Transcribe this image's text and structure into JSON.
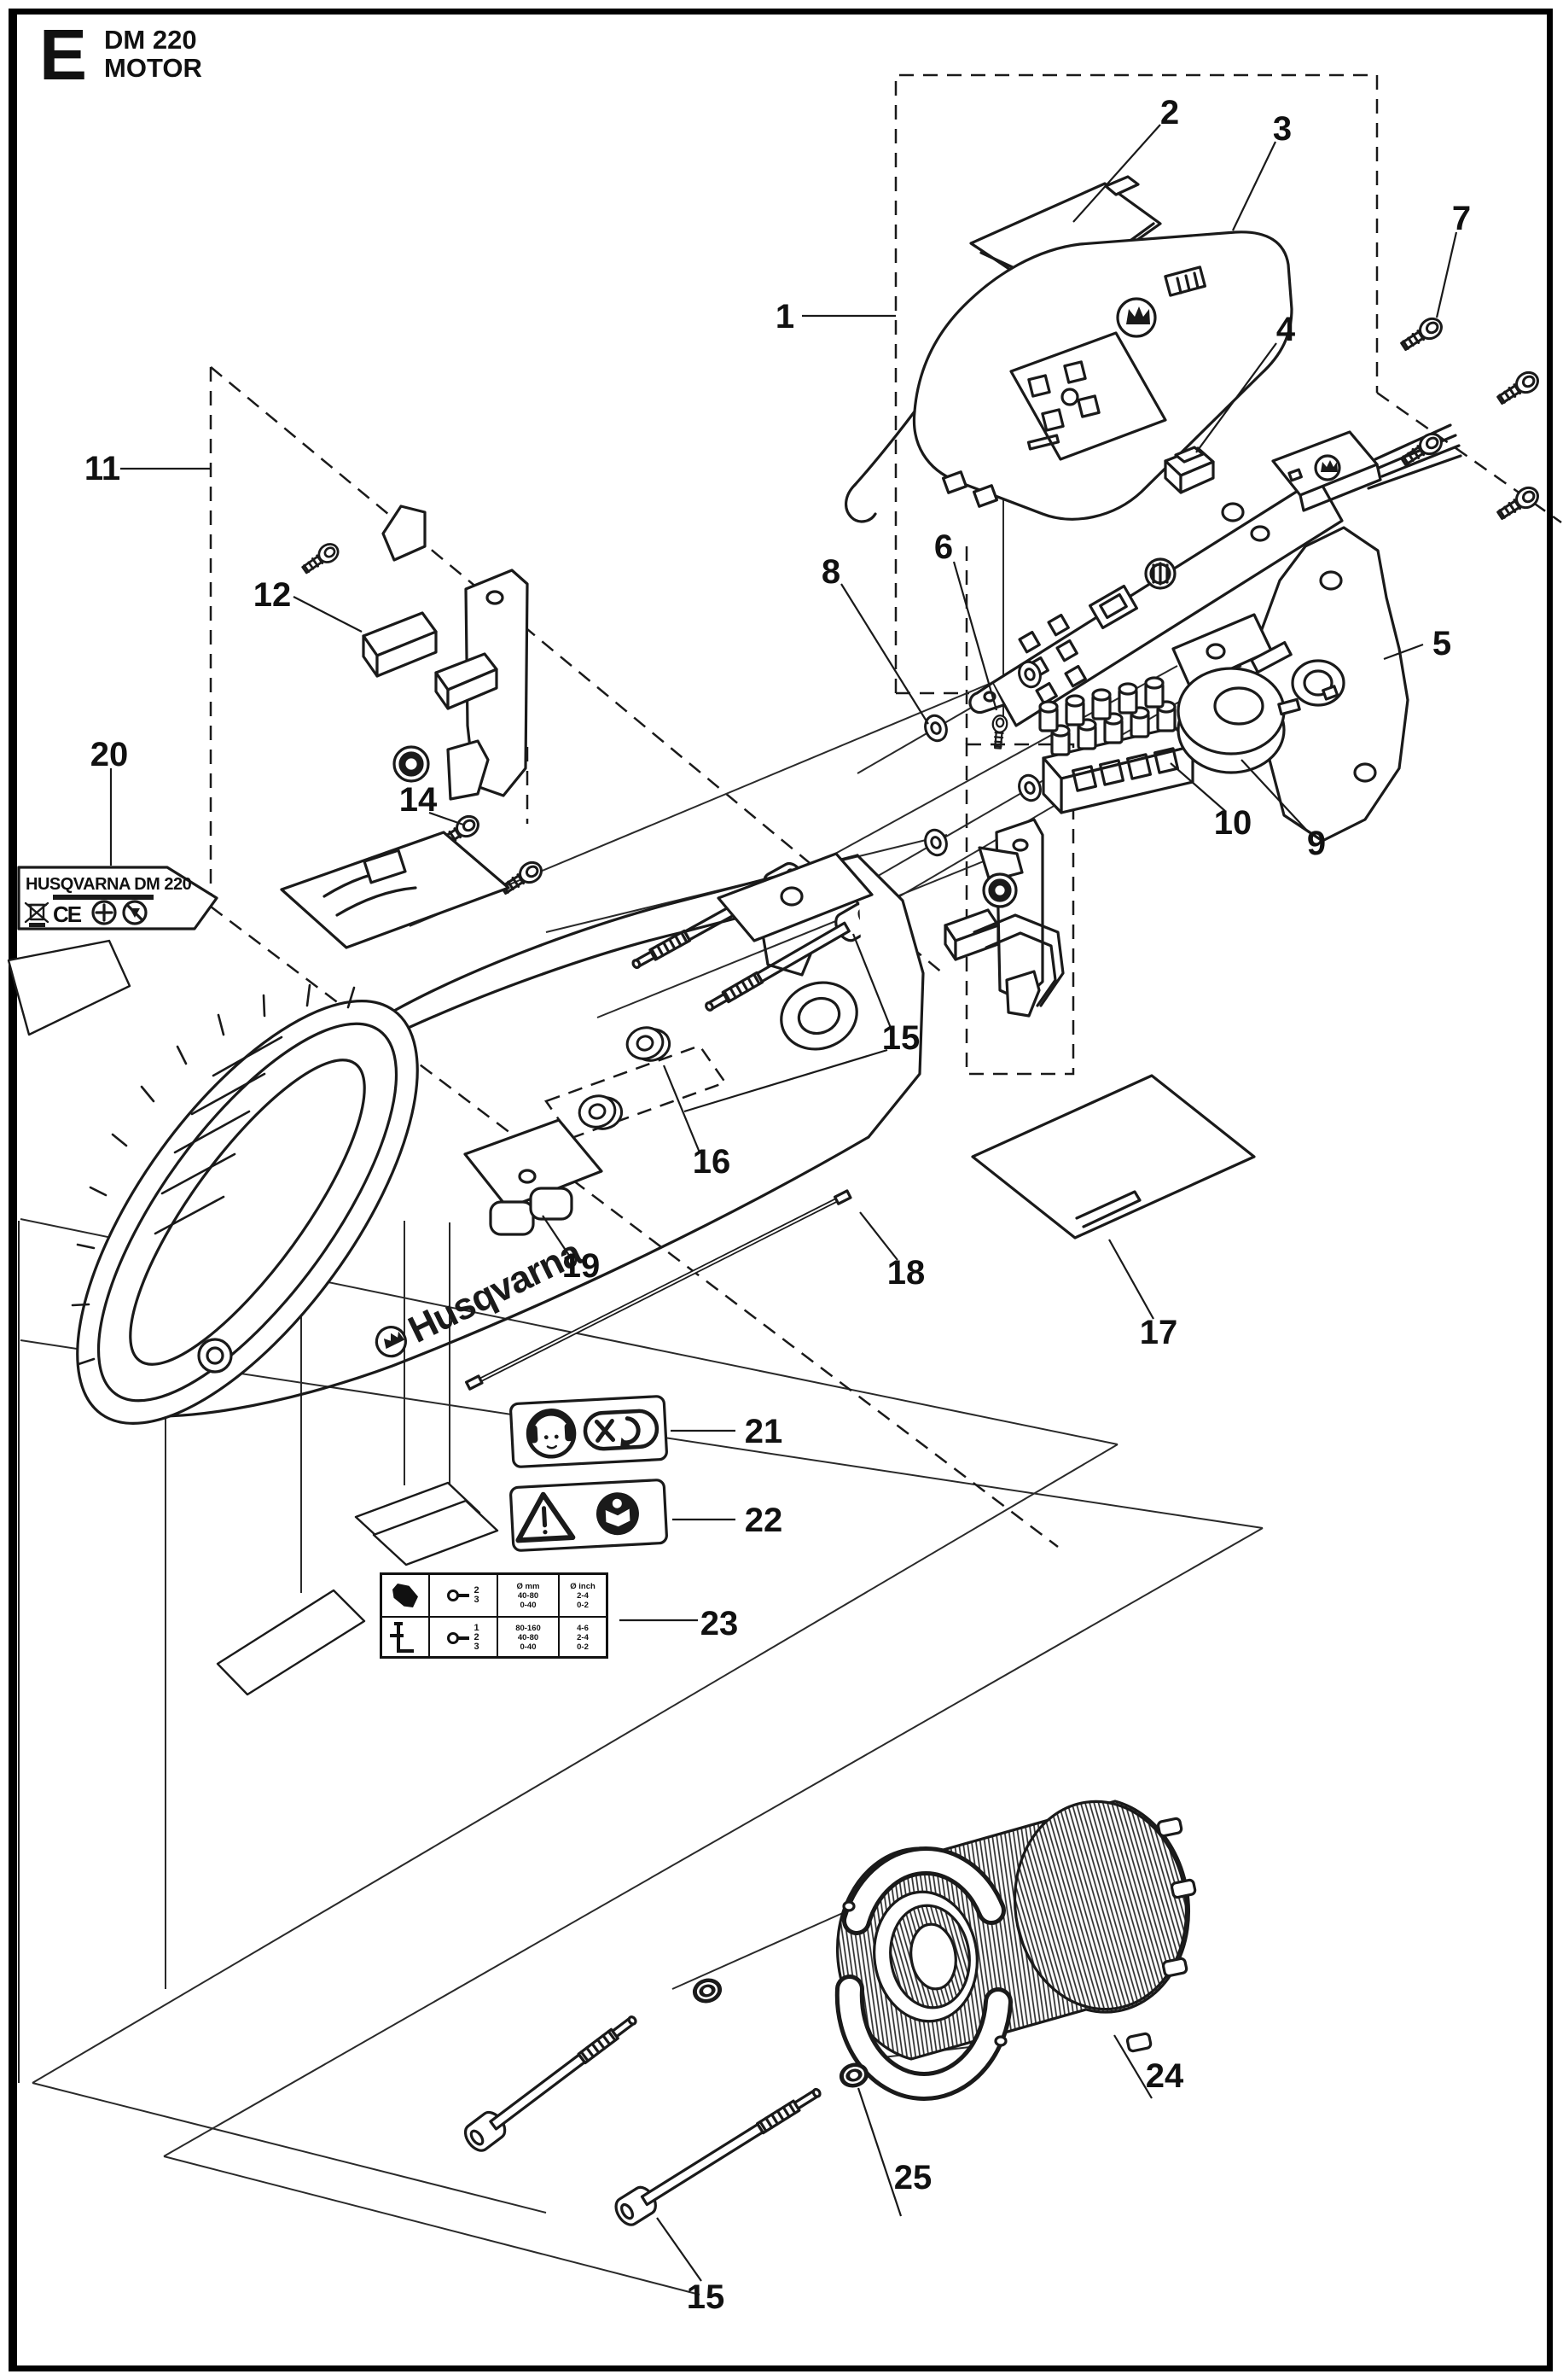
{
  "header": {
    "letter": "E",
    "model": "DM 220",
    "title": "MOTOR"
  },
  "housing": {
    "brand": "Husqvarna"
  },
  "nameplate": {
    "title": "HUSQVARNA DM 220",
    "ce": "CE"
  },
  "callouts": {
    "1": "1",
    "2": "2",
    "3": "3",
    "4": "4",
    "5": "5",
    "6": "6",
    "7": "7",
    "8": "8",
    "9": "9",
    "10": "10",
    "11": "11",
    "12": "12",
    "14": "14",
    "15": "15",
    "16": "16",
    "17": "17",
    "18": "18",
    "19": "19",
    "20": "20",
    "21": "21",
    "22": "22",
    "23": "23",
    "24": "24",
    "25": "25"
  },
  "spec_table": {
    "mm_header": "Ø mm",
    "inch_header": "Ø inch",
    "row1": {
      "gears": [
        "2",
        "3"
      ],
      "mm": [
        "40-80",
        "0-40"
      ],
      "inch": [
        "2-4",
        "0-2"
      ]
    },
    "row2": {
      "gears": [
        "1",
        "2",
        "3"
      ],
      "mm": [
        "80-160",
        "40-80",
        "0-40"
      ],
      "inch": [
        "4-6",
        "2-4",
        "0-2"
      ]
    }
  }
}
